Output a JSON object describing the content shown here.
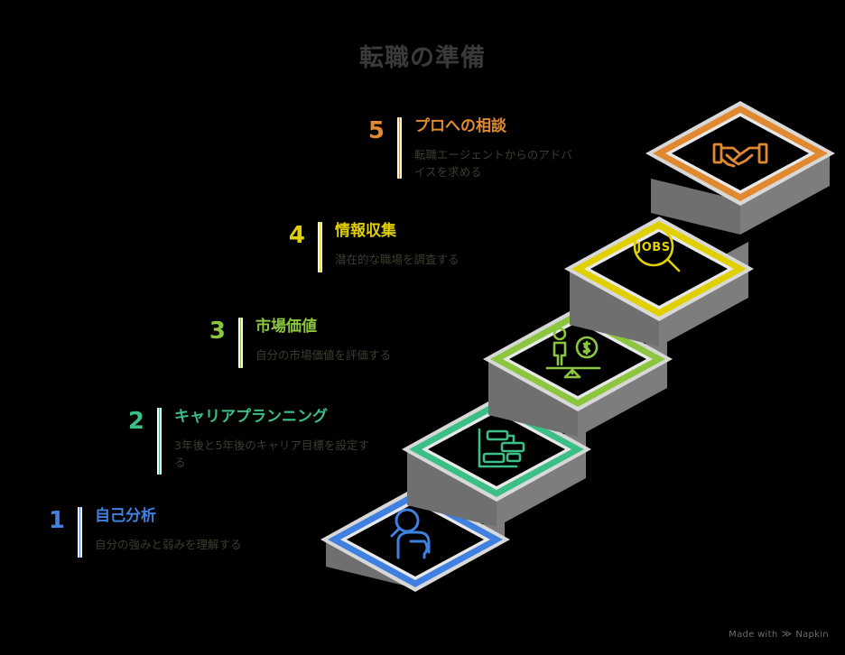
{
  "title": "転職の準備",
  "watermark": {
    "prefix": "Made with",
    "glyph": "≫",
    "brand": "Napkin"
  },
  "colors": {
    "step1": "#3f80e0",
    "step2": "#3bbf87",
    "step3": "#8cc63f",
    "step4": "#e0d000",
    "step5": "#e08931",
    "title": "#3a3a3a",
    "description": "#3e3c2f",
    "platform_side": "#7a7a7a",
    "platform_side_dark": "#6a6a6a",
    "platform_edge": "#d8d8d8",
    "background": "#000000"
  },
  "steps": [
    {
      "number": "1",
      "title": "自己分析",
      "description": "自分の強みと弱みを理解する",
      "color": "#3f80e0",
      "icon": "person-magnifier-icon"
    },
    {
      "number": "2",
      "title": "キャリアプランニング",
      "description": "3年後と5年後のキャリア目標を設定する",
      "color": "#3bbf87",
      "icon": "gantt-chart-icon"
    },
    {
      "number": "3",
      "title": "市場価値",
      "description": "自分の市場価値を評価する",
      "color": "#8cc63f",
      "icon": "balance-scale-person-money-icon"
    },
    {
      "number": "4",
      "title": "情報収集",
      "description": "潜在的な職場を調査する",
      "color": "#e0d000",
      "icon": "jobs-magnifier-icon",
      "icon_label": "JOBS"
    },
    {
      "number": "5",
      "title": "プロへの相談",
      "description": "転職エージェントからのアドバイスを求める",
      "color": "#e08931",
      "icon": "handshake-icon"
    }
  ]
}
